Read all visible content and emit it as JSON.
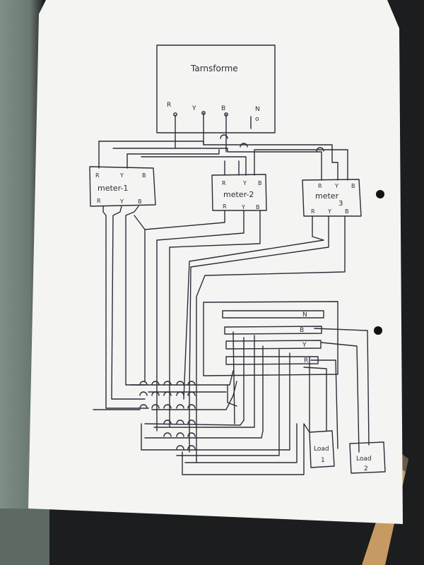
{
  "diagram": {
    "transformer": {
      "title": "Tarnsforme",
      "terminals": [
        "R",
        "Y",
        "B",
        "N",
        "o"
      ]
    },
    "meters": [
      {
        "label": "meter-1",
        "top_terminals": [
          "R",
          "Y",
          "B"
        ],
        "bottom_terminals": [
          "R",
          "Y",
          "B"
        ]
      },
      {
        "label": "meter-2",
        "top_terminals": [
          "R",
          "Y",
          "B"
        ],
        "bottom_terminals": [
          "R",
          "Y",
          "B"
        ]
      },
      {
        "label": "meter",
        "sub": "3",
        "top_terminals": [
          "R",
          "Y",
          "B"
        ],
        "bottom_terminals": [
          "R",
          "Y",
          "B"
        ]
      }
    ],
    "busbars": [
      "N",
      "B",
      "Y",
      "R"
    ],
    "loads": [
      {
        "label": "Load",
        "num": "1"
      },
      {
        "label": "Load",
        "num": "2"
      }
    ]
  },
  "colors": {
    "paper": "#f3f3f1",
    "ink": "#2b2d38",
    "background": "#1c1d1f"
  }
}
